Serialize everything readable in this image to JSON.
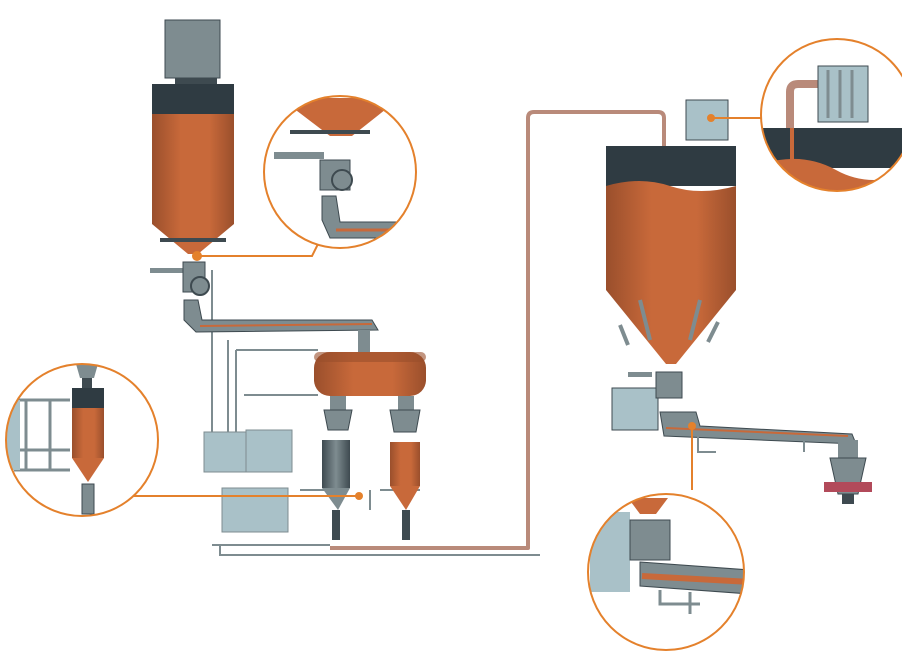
{
  "diagram": {
    "colors": {
      "product": "#c8693a",
      "product_dark": "#9a4f2c",
      "metal": "#7e8c90",
      "metal_dark": "#3e4a50",
      "glass": "#a9c1c8",
      "pipe": "#b98a7a",
      "callout": "#e4812c",
      "hopper_top": "#2f3b42"
    },
    "components": [
      "storage-silo",
      "dust-filter",
      "rotary-valve",
      "inclined-screw-conveyor",
      "horizontal-mixer",
      "weigh-hopper-left",
      "weigh-hopper-right",
      "control-cabinets",
      "pneumatic-transfer-line",
      "receiving-silo",
      "silo-top-filter",
      "discharge-screw-conveyor",
      "bag-filling-station"
    ],
    "callouts": [
      "silo-outlet-detail",
      "weigh-hopper-detail",
      "silo-filter-detail",
      "conveyor-detail"
    ]
  }
}
